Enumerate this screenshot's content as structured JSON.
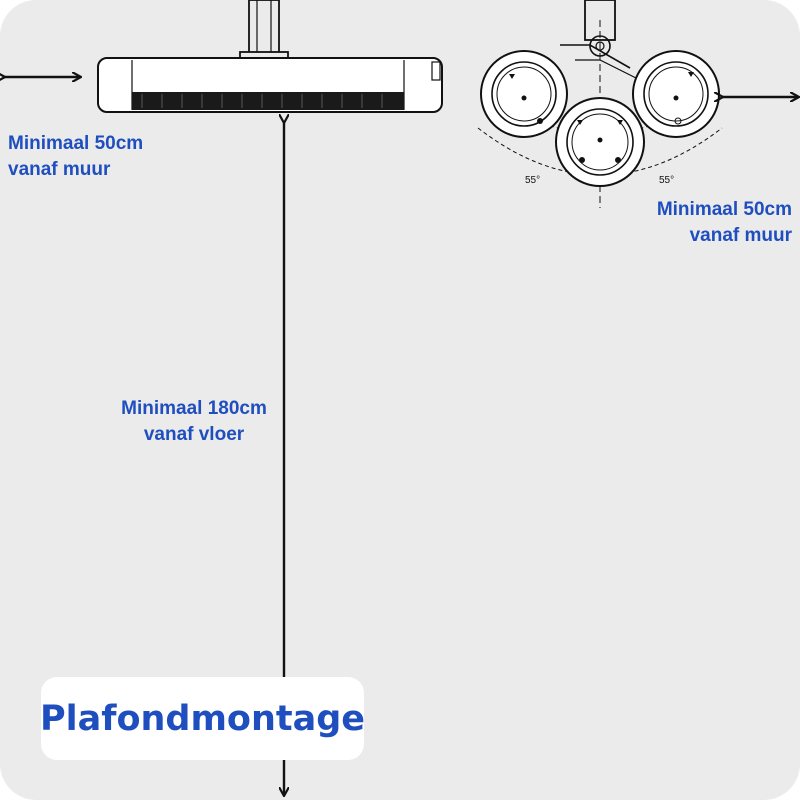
{
  "notes": {
    "left_wall": {
      "line1": "Minimaal 50cm",
      "line2": "vanaf muur"
    },
    "right_wall": {
      "line1": "Minimaal 50cm",
      "line2": "vanaf muur"
    },
    "floor": {
      "line1": "Minimaal 180cm",
      "line2": "vanaf vloer"
    }
  },
  "title": "Plafondmontage",
  "angles": {
    "left": "55°",
    "right": "55°"
  },
  "colors": {
    "background": "#ebebeb",
    "label_blue": "#1f4fbf",
    "line": "#111111",
    "card": "#ffffff"
  },
  "icons": [
    "double-arrow-icon",
    "heater-side-view-icon",
    "heater-top-view-icon"
  ]
}
